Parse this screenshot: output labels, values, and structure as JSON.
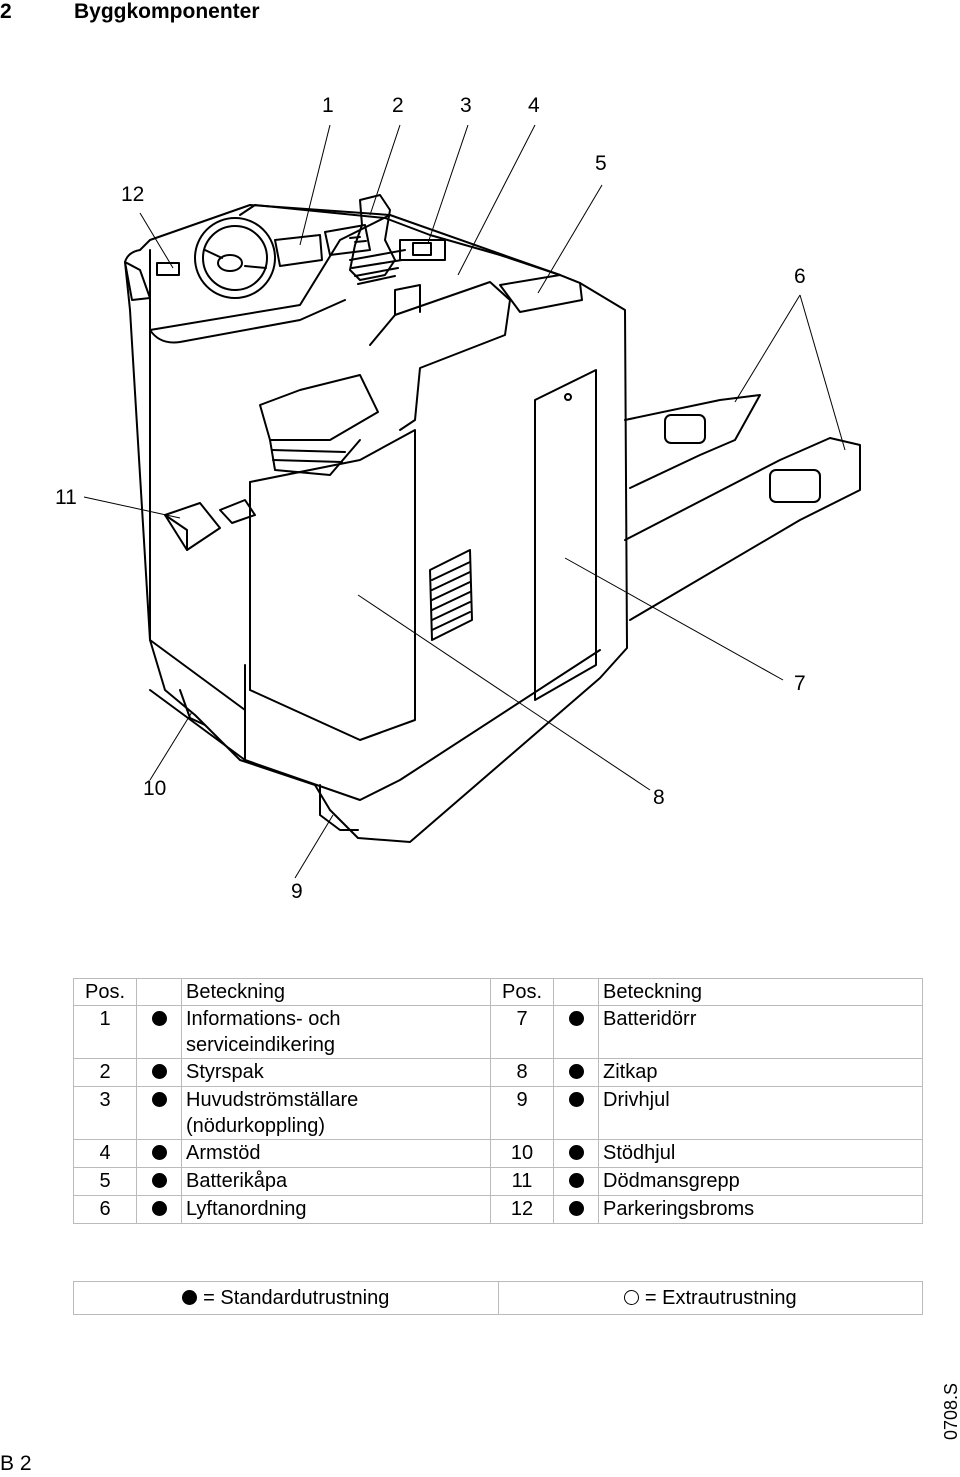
{
  "header": {
    "number": "2",
    "title": "Byggkomponenter"
  },
  "callouts": {
    "c1": "1",
    "c2": "2",
    "c3": "3",
    "c4": "4",
    "c5": "5",
    "c6": "6",
    "c7": "7",
    "c8": "8",
    "c9": "9",
    "c10": "10",
    "c11": "11",
    "c12": "12"
  },
  "parts_table": {
    "headers": [
      "Pos.",
      "Beteckning",
      "Pos.",
      "Beteckning"
    ],
    "rows": [
      {
        "pos_a": "1",
        "name_a": "Informations- och serviceindikering",
        "pos_b": "7",
        "name_b": "Batteridörr"
      },
      {
        "pos_a": "2",
        "name_a": "Styrspak",
        "pos_b": "8",
        "name_b": "Zitkap"
      },
      {
        "pos_a": "3",
        "name_a": "Huvudströmställare (nödurkoppling)",
        "pos_b": "9",
        "name_b": "Drivhjul"
      },
      {
        "pos_a": "4",
        "name_a": "Armstöd",
        "pos_b": "10",
        "name_b": "Stödhjul"
      },
      {
        "pos_a": "5",
        "name_a": "Batterikåpa",
        "pos_b": "11",
        "name_b": "Dödmansgrepp"
      },
      {
        "pos_a": "6",
        "name_a": "Lyftanordning",
        "pos_b": "12",
        "name_b": "Parkeringsbroms"
      }
    ]
  },
  "legend": {
    "standard": "= Standardutrustning",
    "extra": "= Extrautrustning"
  },
  "footer": {
    "page": "B 2",
    "code": "0708.S"
  }
}
